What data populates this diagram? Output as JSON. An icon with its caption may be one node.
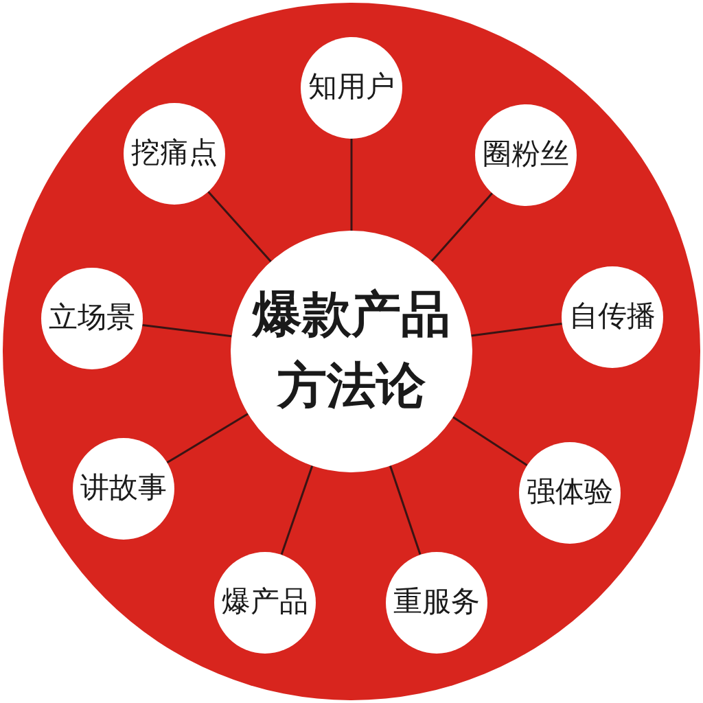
{
  "diagram": {
    "nodes": [
      {
        "text": [],
        "shape": "circle"
      },
      {
        "text": [
          "爆款产品方法论"
        ],
        "in": 0
      },
      {
        "text": [
          "知用户"
        ],
        "in": 0
      },
      {
        "text": [
          "圈粉丝"
        ],
        "in": 0
      },
      {
        "text": [
          "自传播"
        ],
        "in": 0
      },
      {
        "text": [
          "强体验"
        ],
        "in": 0
      },
      {
        "text": [
          "重服务"
        ],
        "in": 0
      },
      {
        "text": [
          "爆产品"
        ],
        "in": 0
      },
      {
        "text": [
          "讲故事"
        ],
        "in": 0
      },
      {
        "text": [
          "立场景"
        ],
        "in": 0
      },
      {
        "text": [
          "挖痛点"
        ],
        "in": 0
      }
    ],
    "edges": [
      {
        "from": 1,
        "to": 2,
        "arrow": "none"
      },
      {
        "from": 1,
        "to": 3,
        "arrow": "none"
      },
      {
        "from": 1,
        "to": 4,
        "arrow": "none"
      },
      {
        "from": 1,
        "to": 5,
        "arrow": "none"
      },
      {
        "from": 1,
        "to": 6,
        "arrow": "none"
      },
      {
        "from": 1,
        "to": 7,
        "arrow": "none"
      },
      {
        "from": 1,
        "to": 8,
        "arrow": "none"
      },
      {
        "from": 1,
        "to": 9,
        "arrow": "none"
      },
      {
        "from": 1,
        "to": 10,
        "arrow": "none"
      }
    ]
  }
}
